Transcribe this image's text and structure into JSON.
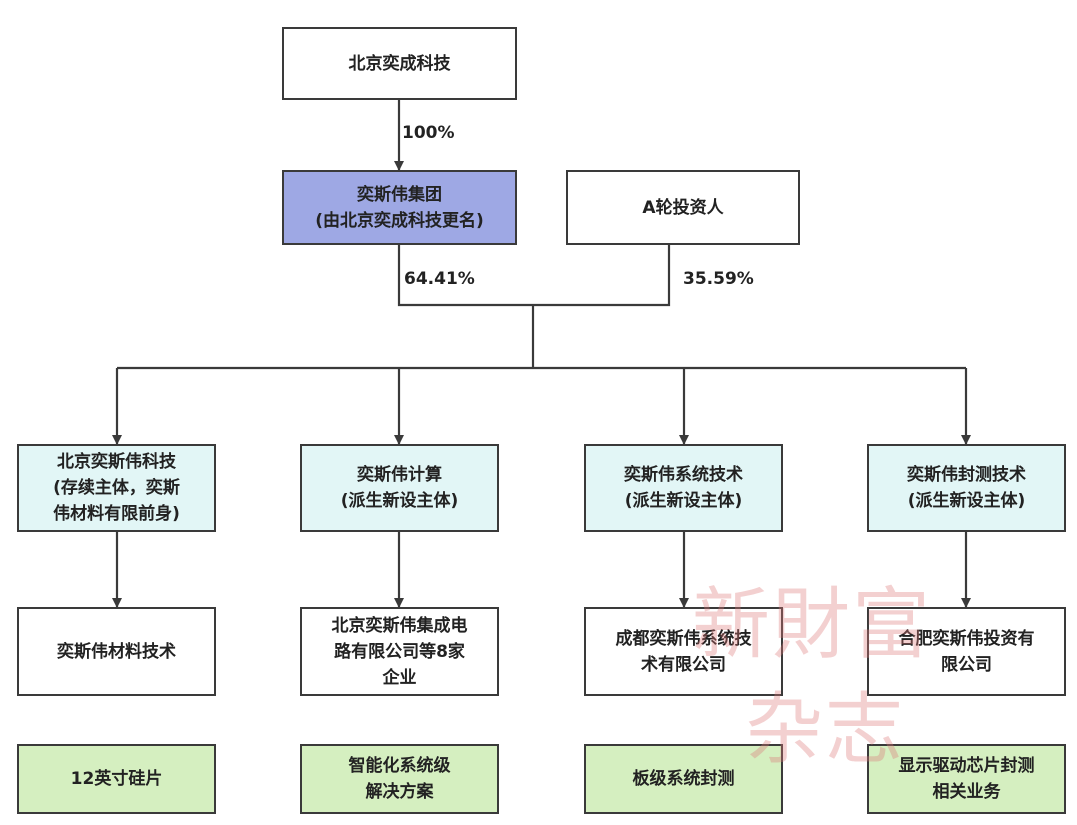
{
  "nodes": {
    "top": "北京奕成科技",
    "group": "奕斯伟集团\n(由北京奕成科技更名)",
    "investor": "A轮投资人",
    "sub1": "北京奕斯伟科技\n(存续主体，奕斯\n伟材料有限前身)",
    "sub2": "奕斯伟计算\n(派生新设主体)",
    "sub3": "奕斯伟系统技术\n(派生新设主体)",
    "sub4": "奕斯伟封测技术\n(派生新设主体)",
    "co1": "奕斯伟材料技术",
    "co2": "北京奕斯伟集成电\n路有限公司等8家\n企业",
    "co3": "成都奕斯伟系统技\n术有限公司",
    "co4": "合肥奕斯伟投资有\n限公司",
    "biz1": "12英寸硅片",
    "biz2": "智能化系统级\n解决方案",
    "biz3": "板级系统封测",
    "biz4": "显示驱动芯片封测\n相关业务"
  },
  "edges": {
    "top_to_group": "100%",
    "group_share": "64.41%",
    "investor_share": "35.59%"
  },
  "watermark": {
    "line1": "新財富",
    "line2": "杂志"
  },
  "colors": {
    "group_fill": "#9ea8e4",
    "subsidiary_fill": "#e2f6f6",
    "business_fill": "#d5efc0",
    "line": "#3a3a3a"
  }
}
